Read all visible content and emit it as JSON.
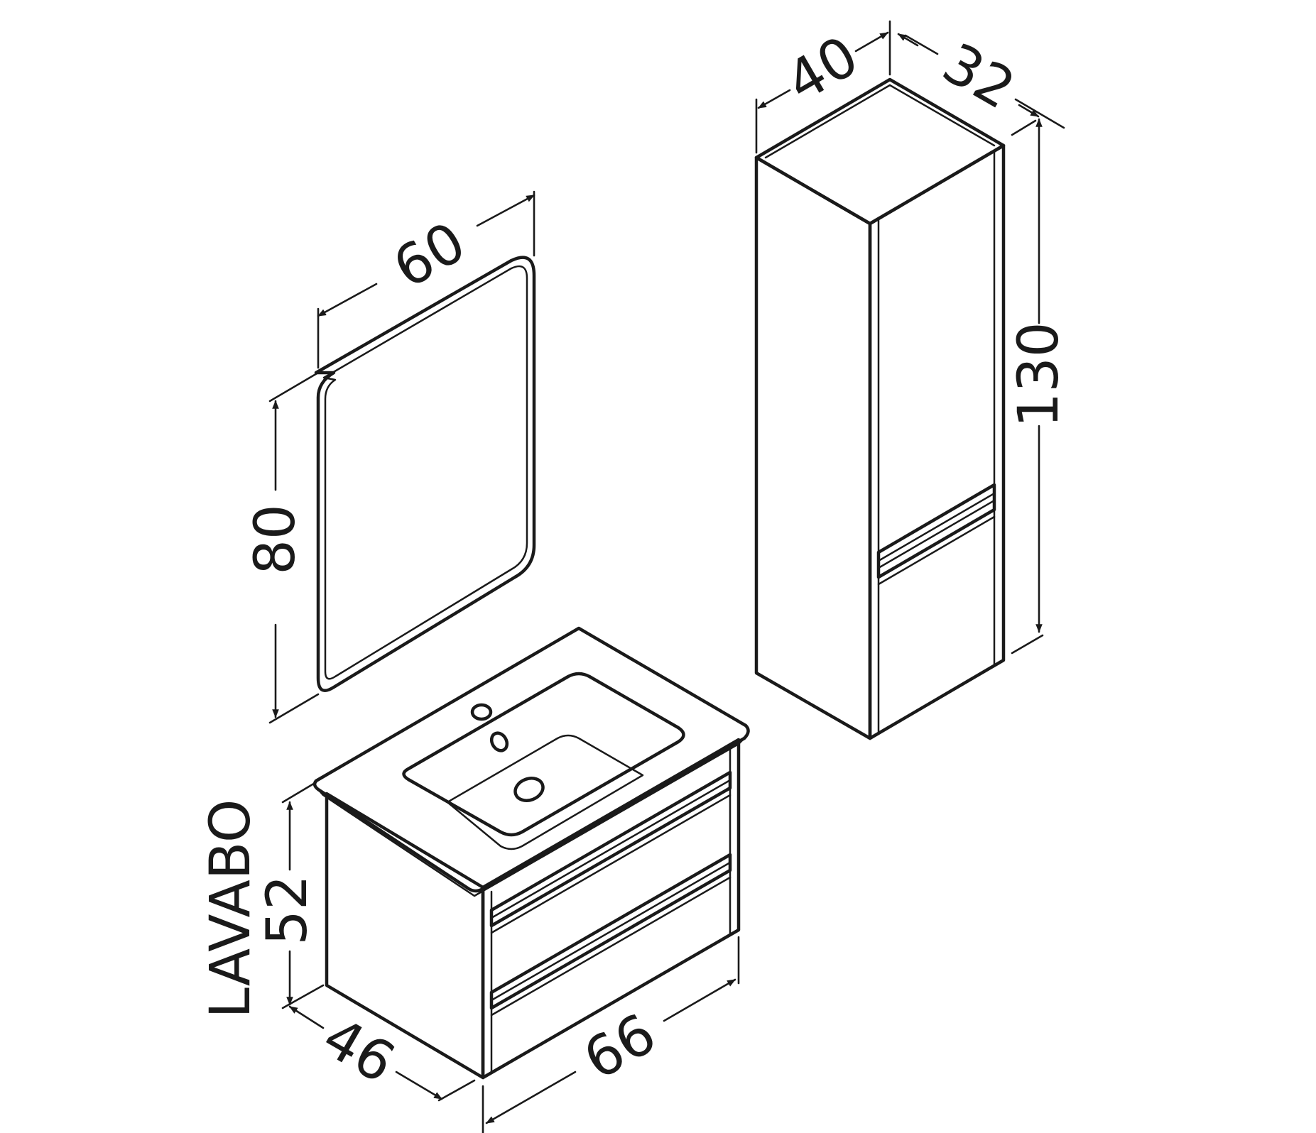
{
  "colors": {
    "line": "#1a1a1a",
    "background": "#ffffff"
  },
  "mirror": {
    "width": "60",
    "height": "80"
  },
  "column": {
    "width": "40",
    "depth": "32",
    "height": "130"
  },
  "vanity": {
    "label": "LAVABO",
    "height": "52",
    "depth": "46",
    "width": "66"
  }
}
